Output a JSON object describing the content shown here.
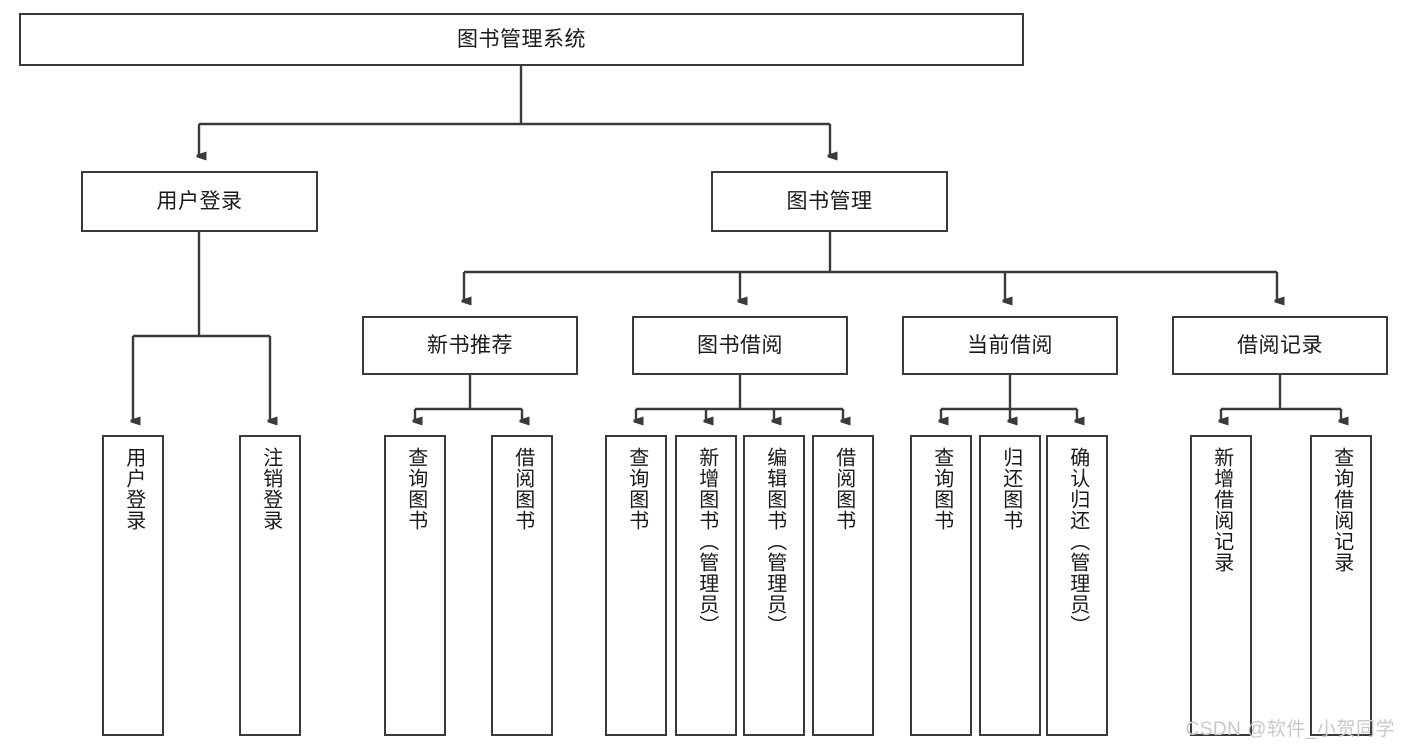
{
  "diagram": {
    "title": "图书管理系统",
    "type": "tree-hierarchy-chart",
    "root": {
      "label": "图书管理系统"
    },
    "level2": [
      {
        "label": "用户登录"
      },
      {
        "label": "图书管理"
      }
    ],
    "level3": [
      {
        "label": "新书推荐"
      },
      {
        "label": "图书借阅"
      },
      {
        "label": "当前借阅"
      },
      {
        "label": "借阅记录"
      }
    ],
    "leaves_user_login": [
      {
        "label": "用户登录"
      },
      {
        "label": "注销登录"
      }
    ],
    "leaves_new_books": [
      {
        "label": "查询图书"
      },
      {
        "label": "借阅图书"
      }
    ],
    "leaves_borrow": [
      {
        "label": "查询图书"
      },
      {
        "label": "新增图书（管理员）"
      },
      {
        "label": "编辑图书（管理员）"
      },
      {
        "label": "借阅图书"
      }
    ],
    "leaves_current": [
      {
        "label": "查询图书"
      },
      {
        "label": "归还图书"
      },
      {
        "label": "确认归还（管理员）"
      }
    ],
    "leaves_records": [
      {
        "label": "新增借阅记录"
      },
      {
        "label": "查询借阅记录"
      }
    ]
  },
  "watermark": {
    "text": "CSDN @软件_小贺同学"
  },
  "colors": {
    "stroke": "#3a3a3a",
    "fill": "#ffffff",
    "text": "#1a1a1a",
    "watermark": "#c9c9c9"
  }
}
